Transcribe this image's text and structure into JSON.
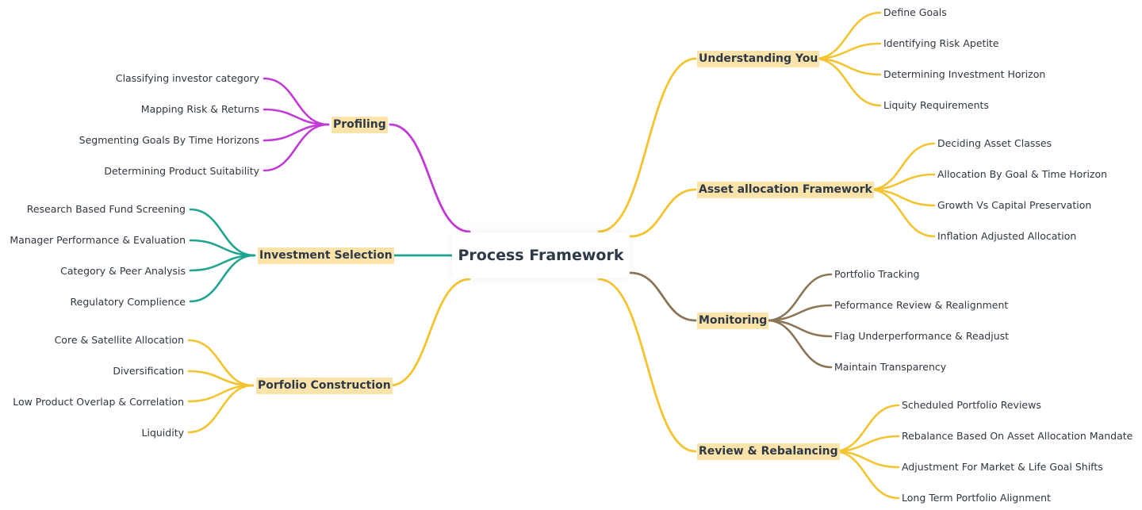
{
  "colors": {
    "yellow": "#f4c430",
    "purple": "#c23ad6",
    "teal": "#1fa58f",
    "brown": "#8a7556",
    "branch_highlight": "#fbe3a9"
  },
  "center": {
    "label": "Process Framework"
  },
  "branches": {
    "understanding": {
      "label": "Understanding You",
      "items": [
        "Define Goals",
        "Identifying Risk Apetite",
        "Determining Investment Horizon",
        "Liquity Requirements"
      ]
    },
    "asset_allocation": {
      "label": "Asset allocation Framework",
      "items": [
        "Deciding Asset Classes",
        "Allocation By Goal & Time Horizon",
        "Growth Vs Capital Preservation",
        "Inflation Adjusted Allocation"
      ]
    },
    "monitoring": {
      "label": "Monitoring",
      "items": [
        "Portfolio Tracking",
        "Peformance Review & Realignment",
        "Flag Underperformance & Readjust",
        "Maintain Transparency"
      ]
    },
    "review": {
      "label": "Review & Rebalancing",
      "items": [
        "Scheduled Portfolio Reviews",
        "Rebalance Based On Asset Allocation Mandate",
        "Adjustment For Market & Life Goal Shifts",
        "Long Term Portfolio Alignment"
      ]
    },
    "profiling": {
      "label": "Profiling",
      "items": [
        "Classifying investor category",
        "Mapping Risk & Returns",
        "Segmenting Goals By Time Horizons",
        "Determining Product Suitability"
      ]
    },
    "investment_selection": {
      "label": "Investment Selection",
      "items": [
        "Research Based Fund Screening",
        "Manager Performance & Evaluation",
        "Category & Peer Analysis",
        "Regulatory Complience"
      ]
    },
    "portfolio_construction": {
      "label": "Porfolio Construction",
      "items": [
        "Core & Satellite Allocation",
        "Diversification",
        "Low Product Overlap & Correlation",
        "Liquidity"
      ]
    }
  }
}
